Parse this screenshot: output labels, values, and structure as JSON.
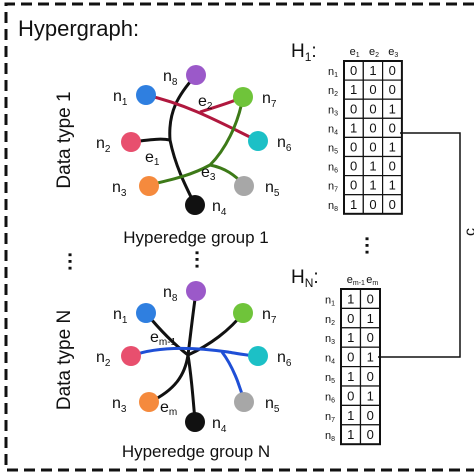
{
  "title": "Hypergraph:",
  "row1": {
    "side_label": "Data type 1",
    "caption": "Hyperedge group 1",
    "nodes": [
      {
        "id": "n8",
        "label": "n8",
        "color": "#9b59c9"
      },
      {
        "id": "n1",
        "label": "n1",
        "color": "#2f7fe0"
      },
      {
        "id": "n7",
        "label": "n7",
        "color": "#6fc43a"
      },
      {
        "id": "n2",
        "label": "n2",
        "color": "#e84f6e"
      },
      {
        "id": "n6",
        "label": "n6",
        "color": "#1cc0c6"
      },
      {
        "id": "n3",
        "label": "n3",
        "color": "#f58a3d"
      },
      {
        "id": "n5",
        "label": "n5",
        "color": "#a7a7a7"
      },
      {
        "id": "n4",
        "label": "n4",
        "color": "#111111"
      }
    ],
    "edges": [
      {
        "label": "e1",
        "color": "#111111"
      },
      {
        "label": "e2",
        "color": "#b0183e"
      },
      {
        "label": "e3",
        "color": "#3d7a18"
      }
    ]
  },
  "row2": {
    "side_label": "Data type N",
    "caption": "Hyperedge group N",
    "nodes": [
      {
        "id": "n8",
        "label": "n8",
        "color": "#9b59c9"
      },
      {
        "id": "n1",
        "label": "n1",
        "color": "#2f7fe0"
      },
      {
        "id": "n7",
        "label": "n7",
        "color": "#6fc43a"
      },
      {
        "id": "n2",
        "label": "n2",
        "color": "#e84f6e"
      },
      {
        "id": "n6",
        "label": "n6",
        "color": "#1cc0c6"
      },
      {
        "id": "n3",
        "label": "n3",
        "color": "#f58a3d"
      },
      {
        "id": "n5",
        "label": "n5",
        "color": "#a7a7a7"
      },
      {
        "id": "n4",
        "label": "n4",
        "color": "#111111"
      }
    ],
    "edges": [
      {
        "label": "em-1",
        "color": "#111111"
      },
      {
        "label": "em",
        "color": "#1f4fd6"
      }
    ]
  },
  "vertical_ellipsis": "⋮",
  "matrix1": {
    "name": "H1:",
    "columns": [
      "e1",
      "e2",
      "e3"
    ],
    "rows": [
      {
        "node": "n1",
        "values": [
          "0",
          "1",
          "0"
        ]
      },
      {
        "node": "n2",
        "values": [
          "1",
          "0",
          "0"
        ]
      },
      {
        "node": "n3",
        "values": [
          "0",
          "0",
          "1"
        ]
      },
      {
        "node": "n4",
        "values": [
          "1",
          "0",
          "0"
        ]
      },
      {
        "node": "n5",
        "values": [
          "0",
          "0",
          "1"
        ]
      },
      {
        "node": "n6",
        "values": [
          "0",
          "1",
          "0"
        ]
      },
      {
        "node": "n7",
        "values": [
          "0",
          "1",
          "1"
        ]
      },
      {
        "node": "n8",
        "values": [
          "1",
          "0",
          "0"
        ]
      }
    ]
  },
  "matrixN": {
    "name": "HN:",
    "columns": [
      "em-1",
      "em"
    ],
    "rows": [
      {
        "node": "n1",
        "values": [
          "1",
          "0"
        ]
      },
      {
        "node": "n2",
        "values": [
          "0",
          "1"
        ]
      },
      {
        "node": "n3",
        "values": [
          "1",
          "0"
        ]
      },
      {
        "node": "n4",
        "values": [
          "0",
          "1"
        ]
      },
      {
        "node": "n5",
        "values": [
          "1",
          "0"
        ]
      },
      {
        "node": "n6",
        "values": [
          "0",
          "1"
        ]
      },
      {
        "node": "n7",
        "values": [
          "1",
          "0"
        ]
      },
      {
        "node": "n8",
        "values": [
          "1",
          "0"
        ]
      }
    ]
  }
}
